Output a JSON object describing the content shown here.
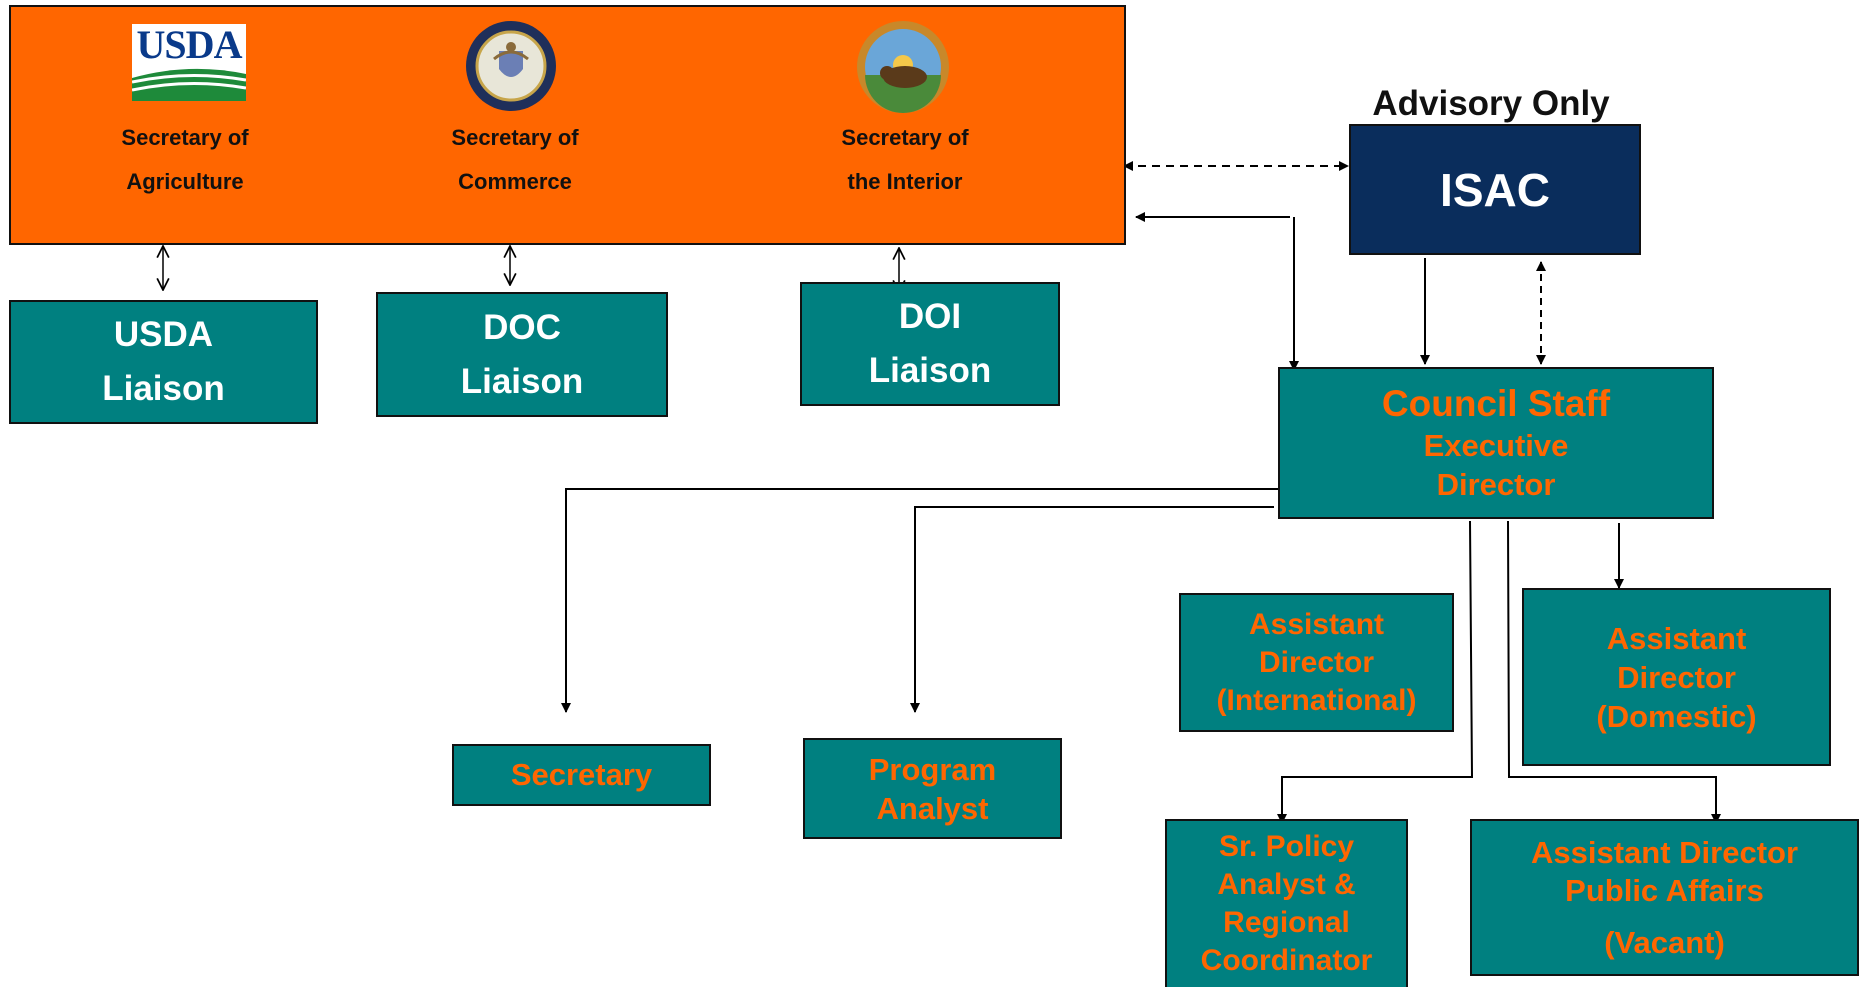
{
  "colors": {
    "top_band": "#ff6600",
    "teal": "#008080",
    "navy": "#0a2d5c",
    "orange_text": "#ff6600"
  },
  "top_band": {
    "secretaries": [
      {
        "logo": "usda-logo",
        "logo_text": "USDA",
        "line1": "Secretary of",
        "line2": "Agriculture"
      },
      {
        "logo": "doc-seal-icon",
        "line1": "Secretary of",
        "line2": "Commerce"
      },
      {
        "logo": "doi-seal-icon",
        "line1": "Secretary of",
        "line2": "the Interior"
      }
    ]
  },
  "liaisons": [
    {
      "line1": "USDA",
      "line2": "Liaison"
    },
    {
      "line1": "DOC",
      "line2": "Liaison"
    },
    {
      "line1": "DOI",
      "line2": "Liaison"
    }
  ],
  "isac": {
    "caption": "Advisory Only",
    "label": "ISAC"
  },
  "council": {
    "line1": "Council Staff",
    "line2": "Executive",
    "line3": "Director"
  },
  "staff": {
    "secretary": "Secretary",
    "program_analyst": [
      "Program",
      "Analyst"
    ],
    "ad_international": [
      "Assistant",
      "Director",
      "(International)"
    ],
    "ad_domestic": [
      "Assistant",
      "Director",
      "(Domestic)"
    ],
    "sr_policy": [
      "Sr. Policy",
      "Analyst &",
      "Regional",
      "Coordinator"
    ],
    "ad_public_affairs": [
      "Assistant Director",
      "Public Affairs",
      "(Vacant)"
    ]
  }
}
